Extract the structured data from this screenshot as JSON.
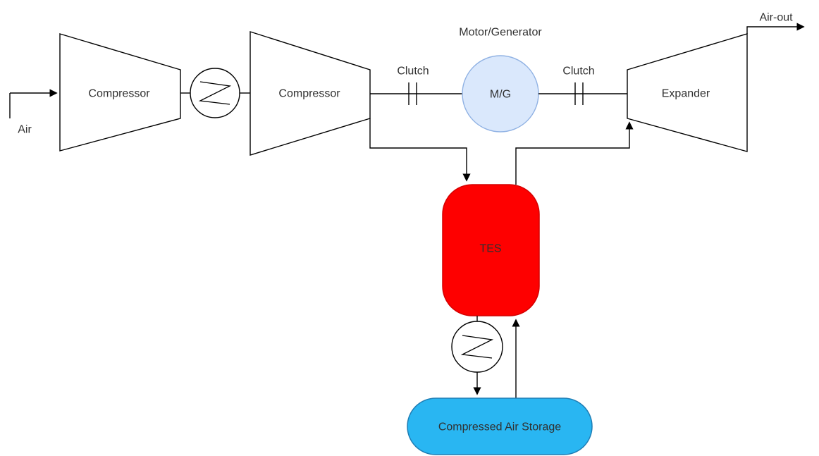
{
  "diagram": {
    "type": "process-flow",
    "labels": {
      "air_in": "Air",
      "compressor_1": "Compressor",
      "compressor_2": "Compressor",
      "clutch_1": "Clutch",
      "clutch_2": "Clutch",
      "motor_generator_title": "Motor/Generator",
      "motor_generator": "M/G",
      "expander": "Expander",
      "air_out": "Air-out",
      "tes": "TES",
      "storage": "Compressed Air Storage"
    },
    "colors": {
      "tes_fill": "#fe0000",
      "tes_stroke": "#d40000",
      "mg_fill": "#dae8fc",
      "mg_stroke": "#8fb1e3",
      "storage_fill": "#29b6f2",
      "storage_stroke": "#1f7db4",
      "line": "#000000",
      "text": "#303030",
      "background": "#ffffff"
    }
  }
}
